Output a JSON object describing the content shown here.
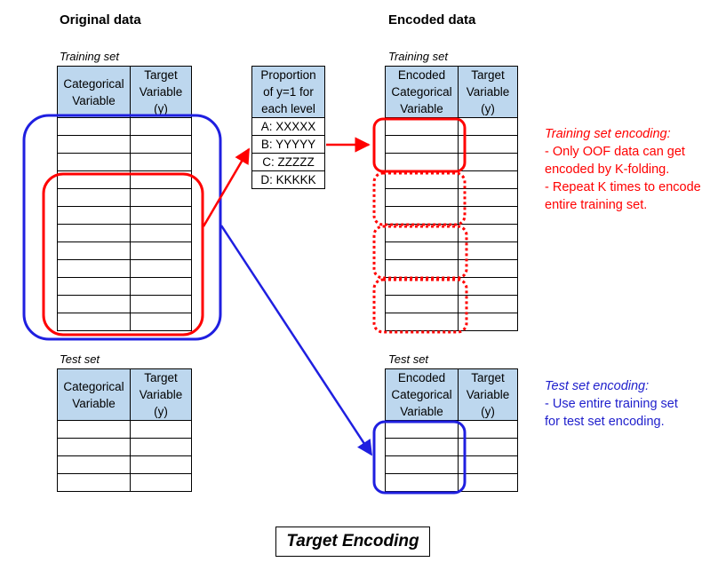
{
  "headings": {
    "original": "Original data",
    "encoded": "Encoded data"
  },
  "training_label": "Training set",
  "test_label": "Test set",
  "original_headers": {
    "categorical": "Categorical\nVariable",
    "target": "Target\nVariable\n(y)"
  },
  "encoded_headers": {
    "encoded": "Encoded\nCategorical\nVariable",
    "target": "Target\nVariable\n(y)"
  },
  "proportion": {
    "header": "Proportion\nof y=1 for\neach level",
    "rows": [
      "A: XXXXX",
      "B: YYYYY",
      "C: ZZZZZ",
      "D: KKKKK"
    ]
  },
  "training_note": {
    "title": "Training set encoding:",
    "lines": [
      "- Only OOF data can get",
      "encoded by K-folding.",
      "- Repeat K times to encode",
      "entire training set."
    ],
    "color": "#ff0000"
  },
  "test_note": {
    "title": "Test set encoding:",
    "lines": [
      "- Use entire training set",
      "for test set encoding."
    ],
    "color": "#1f1fcc"
  },
  "caption": "Target Encoding",
  "colors": {
    "red": "#ff0000",
    "blue": "#1f1fe0",
    "header_fill": "#bdd7ee"
  }
}
